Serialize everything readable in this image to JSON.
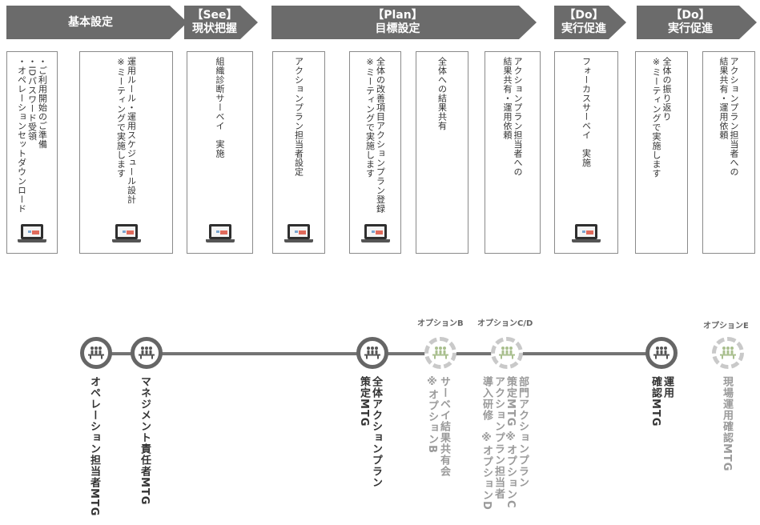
{
  "phases": [
    {
      "l1": "基本設定",
      "l2": ""
    },
    {
      "l1": "【See】",
      "l2": "現状把握"
    },
    {
      "l1": "【Plan】",
      "l2": "目標設定"
    },
    {
      "l1": "【Do】",
      "l2": "実行促進"
    },
    {
      "l1": "【Do】",
      "l2": "実行促進"
    }
  ],
  "tasks": [
    {
      "text": "・ご利用開始のご準備\n・IDパスワード受領\n・オペレーションセットダウンロード",
      "laptop": true
    },
    {
      "text": "運用ルール・運用スケジュール設計\n※ミーティングで実施します",
      "laptop": true
    },
    {
      "text": "組織診断サーベイ　実施",
      "laptop": true
    },
    {
      "text": "アクションプラン担当者設定",
      "laptop": true
    },
    {
      "text": "全体の改善項目アクションプラン登録\n※ミーティングで実施します",
      "laptop": true
    },
    {
      "text": "全体への結果共有",
      "laptop": false
    },
    {
      "text": "アクションプラン担当者への\n結果共有・運用依頼",
      "laptop": false
    },
    {
      "text": "フォーカスサーベイ　実施",
      "laptop": true
    },
    {
      "text": "全体の振り返り\n※ミーティングで実施します",
      "laptop": false
    },
    {
      "text": "アクションプラン担当者への\n結果共有・運用依頼",
      "laptop": false
    }
  ],
  "milestones": [
    {
      "label": "オペレーション担当者MTG",
      "option": ""
    },
    {
      "label": "マネジメント責任者MTG",
      "option": ""
    },
    {
      "label": "全体アクションプラン\n策定MTG",
      "option": ""
    },
    {
      "label": "サーベイ結果共有会\n※オプションB",
      "option": "オプションB"
    },
    {
      "label": "部門アクションプラン\n策定MTG ※オプションC\nアクションプラン担当者\n導入研修　※オプションD",
      "option": "オプションC/D"
    },
    {
      "label": "運用\n確認MTG",
      "option": ""
    },
    {
      "label": "現場運用確認MTG",
      "option": "オプションE"
    }
  ],
  "colors": {
    "phase": "#6b6b6b",
    "main_node": "#666666",
    "option_node": "#c9c9c9",
    "option_icon": "#a9bf8e"
  },
  "icons": {
    "meeting": "meeting-people-icon",
    "laptop": "laptop-icon"
  }
}
